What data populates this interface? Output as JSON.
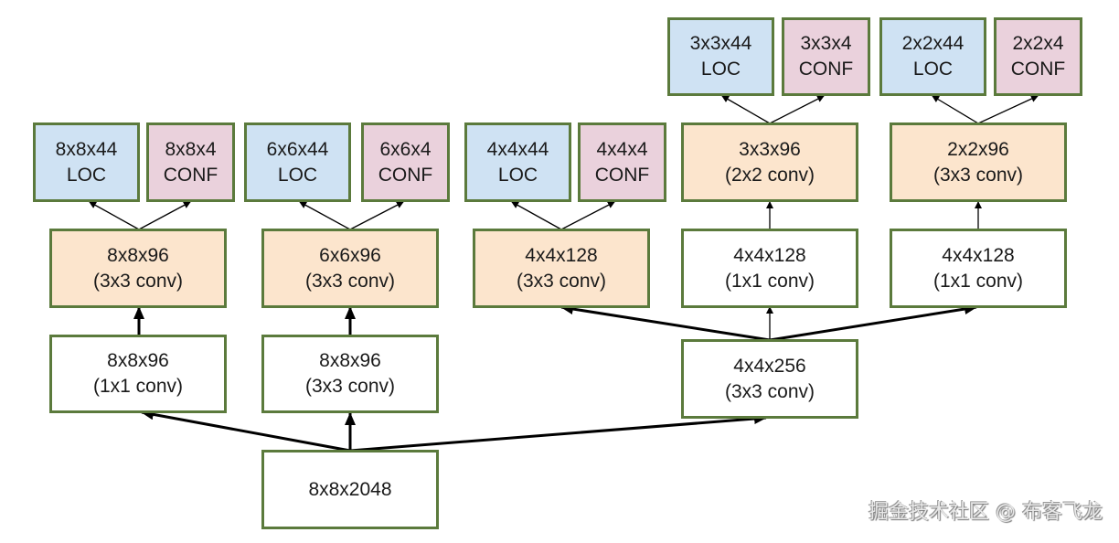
{
  "nodes": {
    "input": {
      "l1": "8x8x2048",
      "l2": ""
    },
    "b1_conv1": {
      "l1": "8x8x96",
      "l2": "(1x1 conv)"
    },
    "b2_conv1": {
      "l1": "8x8x96",
      "l2": "(3x3 conv)"
    },
    "b3_conv1": {
      "l1": "4x4x256",
      "l2": "(3x3 conv)"
    },
    "b1_head": {
      "l1": "8x8x96",
      "l2": "(3x3 conv)"
    },
    "b2_head": {
      "l1": "6x6x96",
      "l2": "(3x3 conv)"
    },
    "b3_head": {
      "l1": "4x4x128",
      "l2": "(3x3 conv)"
    },
    "b4_conv1": {
      "l1": "4x4x128",
      "l2": "(1x1 conv)"
    },
    "b5_conv1": {
      "l1": "4x4x128",
      "l2": "(1x1 conv)"
    },
    "b4_head": {
      "l1": "3x3x96",
      "l2": "(2x2 conv)"
    },
    "b5_head": {
      "l1": "2x2x96",
      "l2": "(3x3 conv)"
    },
    "b1_loc": {
      "l1": "8x8x44",
      "l2": "LOC"
    },
    "b1_conf": {
      "l1": "8x8x4",
      "l2": "CONF"
    },
    "b2_loc": {
      "l1": "6x6x44",
      "l2": "LOC"
    },
    "b2_conf": {
      "l1": "6x6x4",
      "l2": "CONF"
    },
    "b3_loc": {
      "l1": "4x4x44",
      "l2": "LOC"
    },
    "b3_conf": {
      "l1": "4x4x4",
      "l2": "CONF"
    },
    "b4_loc": {
      "l1": "3x3x44",
      "l2": "LOC"
    },
    "b4_conf": {
      "l1": "3x3x4",
      "l2": "CONF"
    },
    "b5_loc": {
      "l1": "2x2x44",
      "l2": "LOC"
    },
    "b5_conf": {
      "l1": "2x2x4",
      "l2": "CONF"
    }
  },
  "colors": {
    "border": "#5b7a3c",
    "conv": "#ffffff",
    "head": "#fce5cd",
    "loc": "#cfe2f3",
    "conf": "#ead1dc"
  },
  "watermark": "掘金技术社区 @ 布客飞龙"
}
